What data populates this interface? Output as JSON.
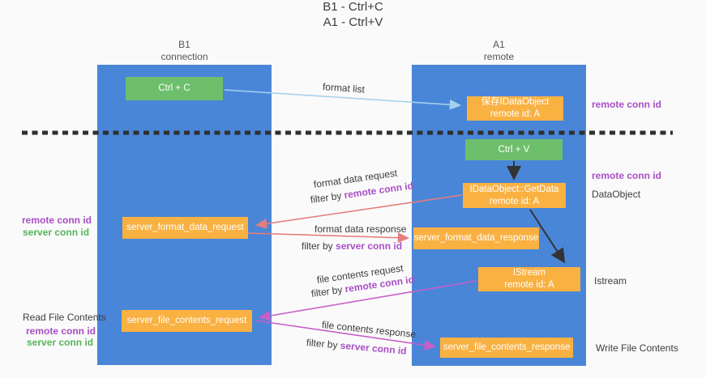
{
  "title": {
    "line1": "B1 - Ctrl+C",
    "line2": "A1 - Ctrl+V"
  },
  "columns": {
    "left": {
      "header_line1": "B1",
      "header_line2": "connection"
    },
    "right": {
      "header_line1": "A1",
      "header_line2": "remote"
    }
  },
  "boxes": {
    "ctrl_c": "Ctrl + C",
    "ctrl_v": "Ctrl + V",
    "save_idataobject": {
      "line1": "保存IDataObject",
      "line2": "remote id: A"
    },
    "getdata": {
      "line1": "IDataObject::GetData",
      "line2": "remote id: A"
    },
    "istream": {
      "line1": "IStream",
      "line2": "remote id: A"
    },
    "format_request": "server_format_data_request",
    "format_response": "server_format_data_response",
    "file_request": "server_file_contents_request",
    "file_response": "server_file_contents_response"
  },
  "arrow_labels": {
    "format_list": "format list",
    "format_data_request": "format data request",
    "format_data_response": "format data response",
    "file_contents_request": "file contents request",
    "file_contents_response": "file contents response",
    "filter_by": "filter by ",
    "remote_conn_id": "remote conn id",
    "server_conn_id": "server conn id"
  },
  "side_labels": {
    "right_top_remote": "remote conn id",
    "right_mid_remote": "remote conn id",
    "dataobject": "DataObject",
    "istream": "Istream",
    "write_file_contents": "Write File Contents",
    "left_mid_remote": "remote conn id",
    "left_mid_server": "server conn id",
    "read_file_contents": "Read File Contents",
    "left_bottom_remote": "remote conn id",
    "left_bottom_server": "server conn id"
  },
  "colors": {
    "column_blue": "#4a86d8",
    "box_green": "#6dbf6b",
    "box_orange": "#f9b142",
    "label_purple": "#a94fc6",
    "label_green": "#56b45a",
    "arrow_lightblue": "#a6d1ee",
    "arrow_salmon": "#e57d7d",
    "arrow_magenta": "#c75fc7",
    "arrow_black": "#333333"
  }
}
